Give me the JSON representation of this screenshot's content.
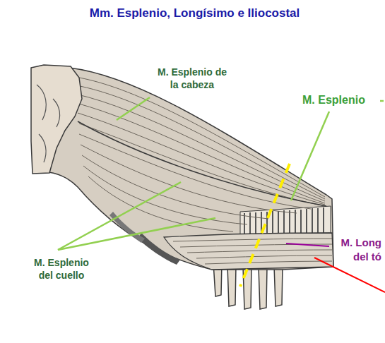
{
  "diagram": {
    "title": "Mm. Esplenio, Longísimo e Iliocostal",
    "labels": [
      "M. Esplenio de la cabeza",
      "M. Esplenio",
      "M. Esplenio del cuello",
      "M. Long del tó"
    ]
  }
}
